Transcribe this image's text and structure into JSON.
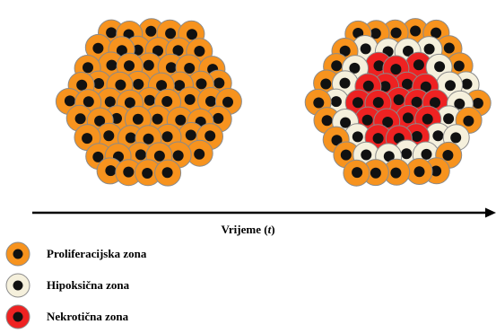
{
  "axis": {
    "label_prefix": "Vrijeme (",
    "label_var": "t",
    "label_suffix": ")"
  },
  "colors": {
    "proliferative": "#f7931e",
    "hypoxic": "#f5f0dc",
    "necrotic": "#ee2222",
    "cell_border": "#8a8a8a",
    "nucleus": "#111111"
  },
  "legend": [
    {
      "label": "Proliferacijska zona",
      "zone": "proliferative"
    },
    {
      "label": "Hipoksična zona",
      "zone": "hypoxic"
    },
    {
      "label": "Nekrotična zona",
      "zone": "necrotic"
    }
  ]
}
